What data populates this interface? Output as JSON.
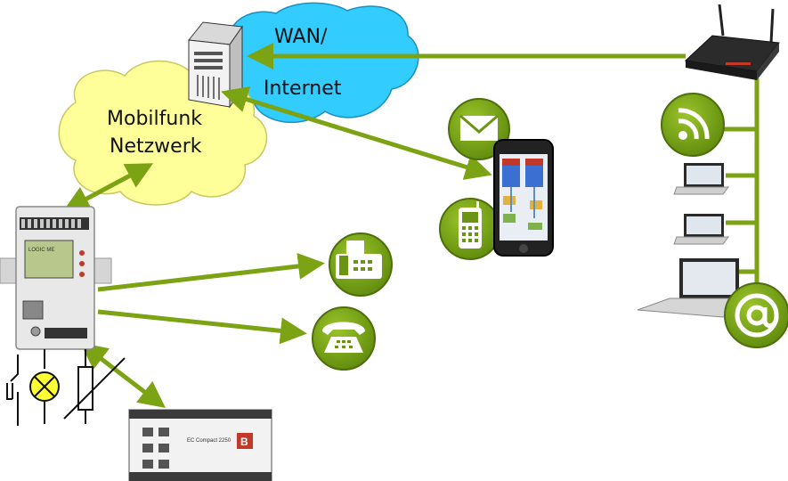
{
  "diagram": {
    "wan_cloud": {
      "line1": "WAN/",
      "line2": "Internet",
      "fill": "#33ccff"
    },
    "mobile_cloud": {
      "line1": "Mobilfunk",
      "line2": "Netzwerk",
      "fill": "#ffff99"
    },
    "plc_label": "EC Compact 2250",
    "plc_badge": "B",
    "lcd_text": "LOGIC  ME",
    "accent_color": "#7ba314",
    "icons": [
      "envelope-icon",
      "mobile-phone-icon",
      "fax-icon",
      "telephone-icon",
      "rss-icon",
      "laptop-icon",
      "at-sign-icon"
    ]
  }
}
